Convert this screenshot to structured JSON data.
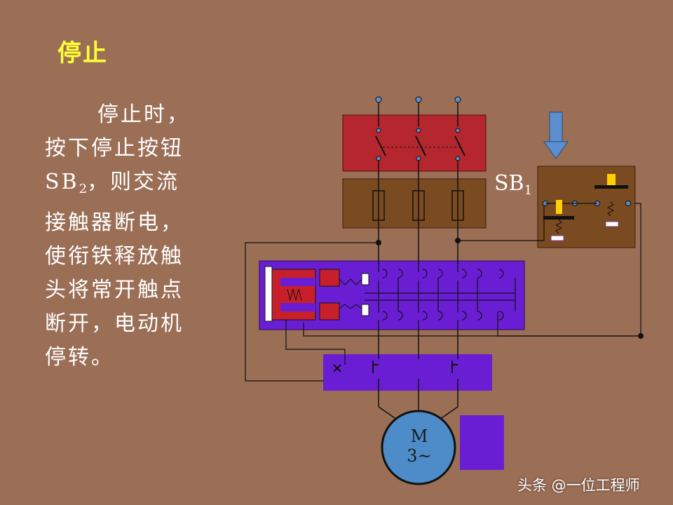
{
  "slide": {
    "title": "停止",
    "body_lines": [
      "停止时，",
      "按下停止按钮",
      "SB",
      "2",
      "，则交流",
      "接触器断电，",
      "使衔铁释放触",
      "头将常开触点",
      "断开，电动机",
      "停转。"
    ]
  },
  "diagram": {
    "stop_button": {
      "label": "SB",
      "subscript": "1"
    },
    "motor": {
      "line1": "M",
      "line2": "3~"
    }
  },
  "watermark": "头条 @一位工程师",
  "colors": {
    "background": "#9b6e56",
    "breaker_box": "#b5262e",
    "fuse_box": "#7a4a20",
    "contactor_box": "#6a1ed4",
    "motor": "#4d8cc8",
    "arrow": "#5b8fd0",
    "title": "#ffff33",
    "wire": "#111111"
  }
}
